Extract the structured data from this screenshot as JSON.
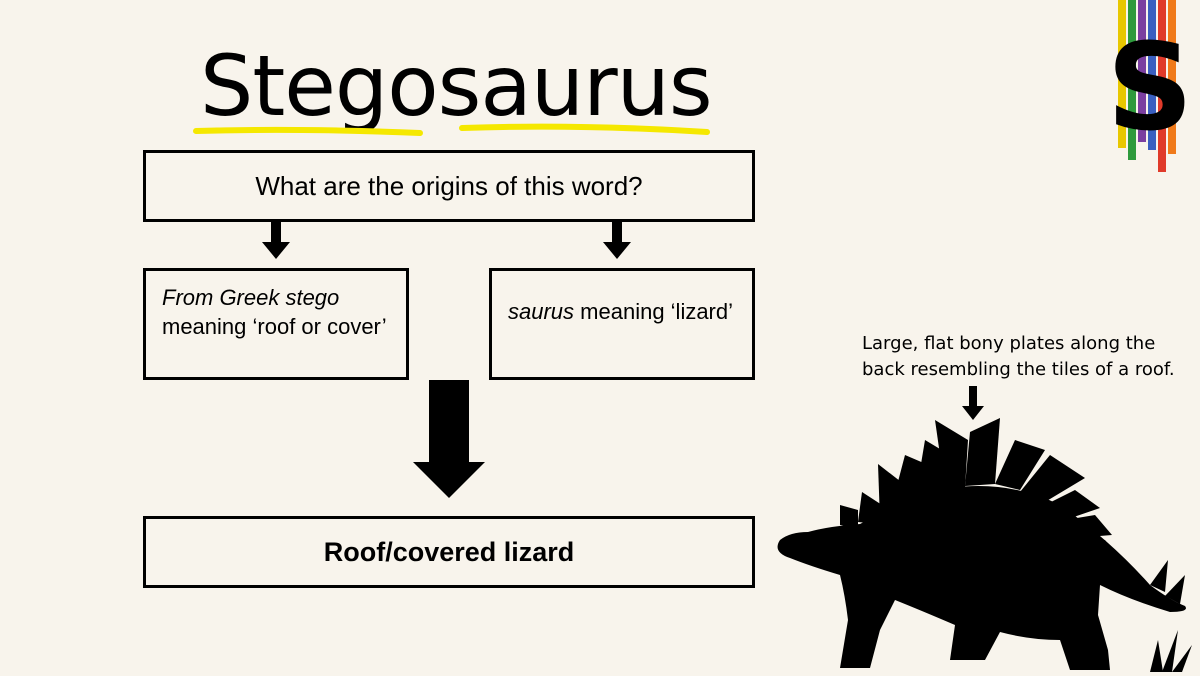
{
  "slide": {
    "title": "Stegosaurus",
    "question": "What are the origins of this word?",
    "left_origin": {
      "italic_prefix": "From Greek stego",
      "rest": " meaning ‘roof or cover’"
    },
    "right_origin": {
      "italic_prefix": "saurus",
      "rest": " meaning ‘lizard’"
    },
    "result": "Roof/covered lizard",
    "annotation": "Large, flat bony plates along the back resembling the tiles of a roof.",
    "logo_letter": "S"
  },
  "colors": {
    "background": "#f8f4ec",
    "highlight": "#f5e800",
    "logo_stripes": [
      "#e8c700",
      "#2e9a3c",
      "#7b3fa0",
      "#3a5fc0",
      "#e03a2a",
      "#f07a1a"
    ]
  },
  "icons": {
    "dinosaur": "stegosaurus-silhouette-icon",
    "logo": "brand-s-logo"
  }
}
